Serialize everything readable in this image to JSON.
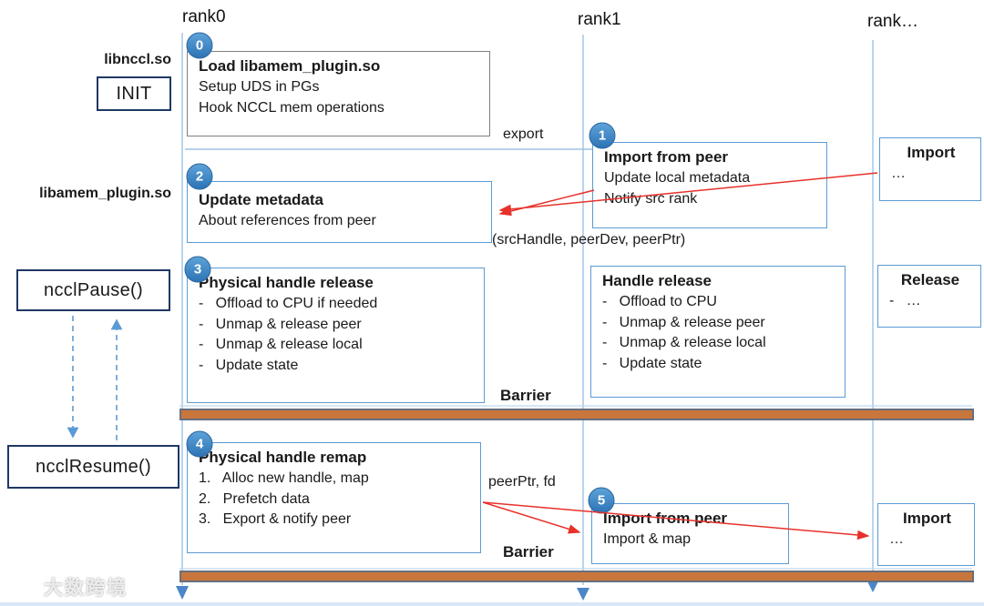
{
  "lanes": {
    "rank0": "rank0",
    "rank1": "rank1",
    "rank_more": "rank…"
  },
  "left_labels": {
    "libnccl": "libnccl.so",
    "init": "INIT",
    "libamem": "libamem_plugin.so",
    "pause": "ncclPause()",
    "resume": "ncclResume()"
  },
  "annotations": {
    "export": "export",
    "params": "(srcHandle, peerDev, peerPtr)",
    "barrier1": "Barrier",
    "peerptr": "peerPtr, fd",
    "barrier2": "Barrier"
  },
  "boxes": {
    "step0": {
      "badge": "0",
      "title": "Load libamem_plugin.so",
      "lines": [
        "Setup UDS in PGs",
        "Hook NCCL mem operations"
      ]
    },
    "step1": {
      "badge": "1",
      "title": "Import from peer",
      "lines": [
        "Update local metadata",
        "Notify src rank"
      ]
    },
    "import_top": {
      "title": "Import",
      "lines": [
        "…"
      ]
    },
    "step2": {
      "badge": "2",
      "title": "Update metadata",
      "lines": [
        "About references from peer"
      ]
    },
    "step3": {
      "badge": "3",
      "title": "Physical handle release",
      "lines": [
        "-   Offload to CPU if needed",
        "-   Unmap & release peer",
        "-   Unmap & release local",
        "-   Update state"
      ]
    },
    "rank1_release": {
      "title": "Handle release",
      "lines": [
        "-   Offload to CPU",
        "-   Unmap & release peer",
        "-   Unmap & release local",
        "-   Update state"
      ]
    },
    "release_right": {
      "title": "Release",
      "lines": [
        "-   …"
      ]
    },
    "step4": {
      "badge": "4",
      "title": "Physical handle remap",
      "lines": [
        "1.   Alloc new handle, map",
        "2.   Prefetch data",
        "3.   Export & notify peer"
      ]
    },
    "step5": {
      "badge": "5",
      "title": "Import from peer",
      "lines": [
        "Import & map"
      ]
    },
    "import_bottom": {
      "title": "Import",
      "lines": [
        "…"
      ]
    }
  },
  "watermark": {
    "text": "大数跨境"
  },
  "colors": {
    "box_blue": "#5B9BD5",
    "box_navy": "#1F3864",
    "box_gray": "#7f7f7f",
    "badge_blue": "#2E74B5",
    "lifeline_blue": "#9DC3E6",
    "arrow_blue": "#4A86C8",
    "dashed_blue": "#5B9BD5",
    "arrow_red": "#E8312A",
    "barrier_orange": "#C9763D"
  }
}
